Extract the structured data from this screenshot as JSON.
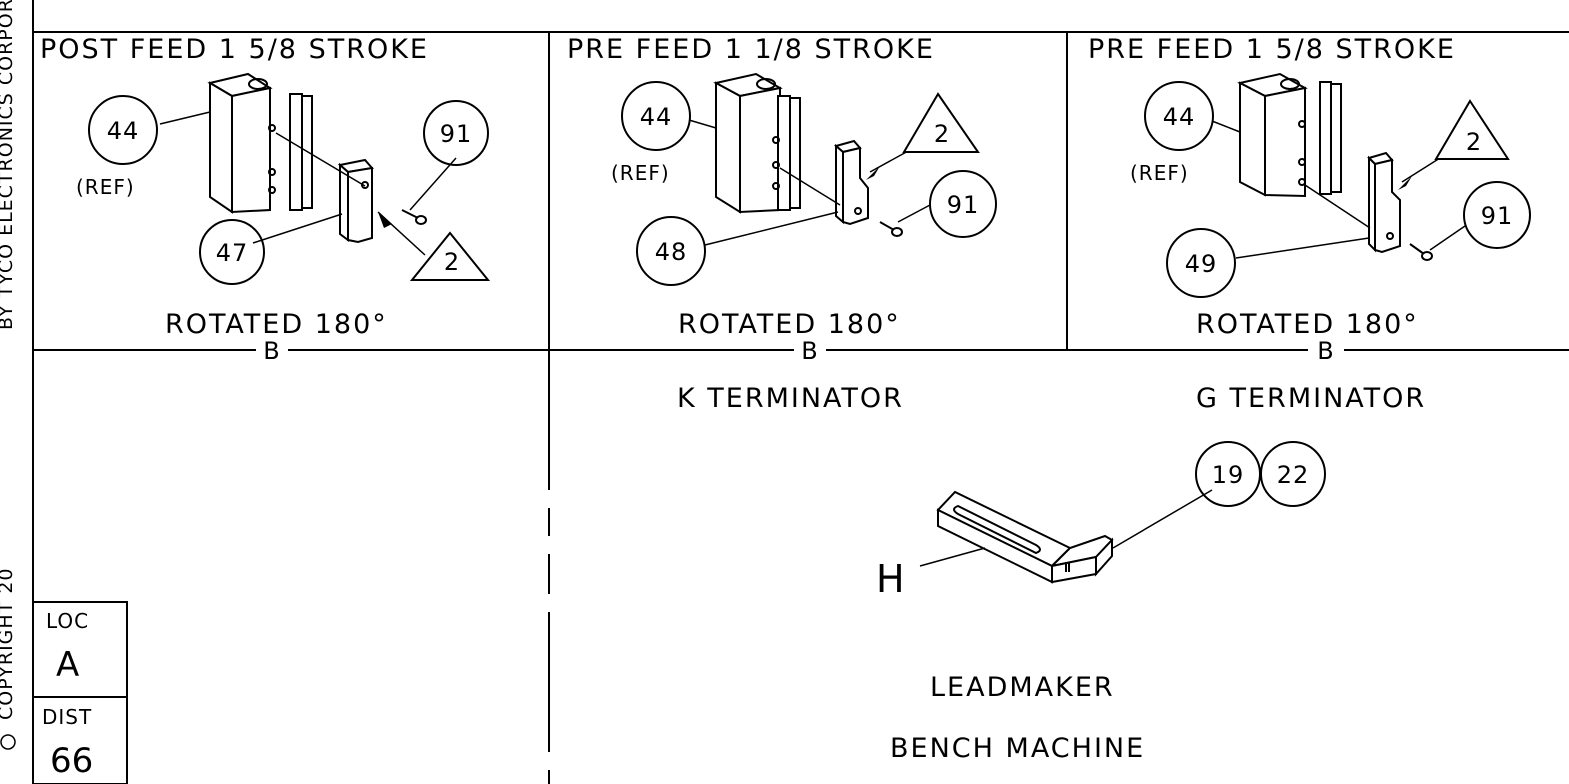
{
  "margin_text": [
    "COPYRIGHT 20",
    "BY TYCO ELECTRONICS CORPORATION   ALL RIGHTS"
  ],
  "panels": [
    {
      "header": "POST FEED  1 5/8 STROKE",
      "rotated": "ROTATED 180°",
      "section": "B",
      "balloon_main": "44",
      "ref": "(REF)",
      "balloon_screw": "91",
      "balloon_part": "47",
      "delta": "2"
    },
    {
      "header": "PRE FEED  1 1/8 STROKE",
      "rotated": "ROTATED 180°",
      "section": "B",
      "balloon_main": "44",
      "ref": "(REF)",
      "balloon_screw": "91",
      "balloon_part": "48",
      "delta": "2",
      "caption": "K TERMINATOR"
    },
    {
      "header": "PRE FEED  1 5/8 STROKE",
      "rotated": "ROTATED 180°",
      "section": "B",
      "balloon_main": "44",
      "ref": "(REF)",
      "balloon_screw": "91",
      "balloon_part": "49",
      "delta": "2",
      "caption": "G TERMINATOR"
    }
  ],
  "bench": {
    "balloon_a": "19",
    "balloon_b": "22",
    "letter": "H",
    "line1": "LEADMAKER",
    "line2": "BENCH MACHINE"
  },
  "locbox": {
    "loc_label": "LOC",
    "loc_value": "A",
    "dist_label": "DIST",
    "dist_value": "66"
  }
}
